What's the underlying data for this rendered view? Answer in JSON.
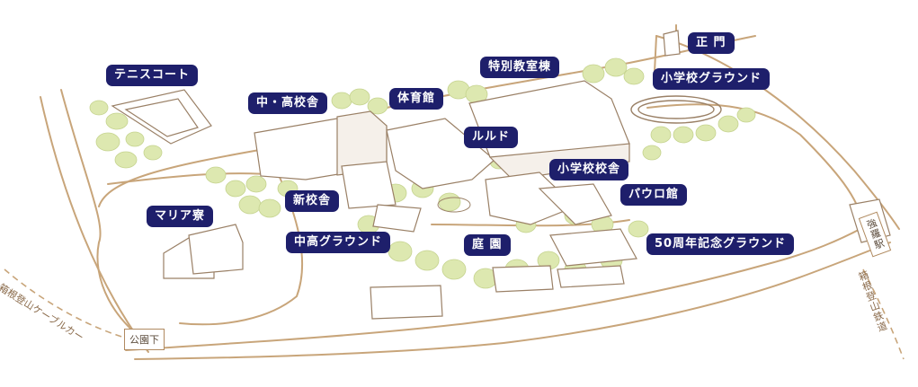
{
  "labels": {
    "tennis_court": "テニスコート",
    "chukou_kousha": "中・高校舎",
    "taiikukan": "体育館",
    "tokubetsu_kyoshitsu": "特別教室棟",
    "seimon": "正 門",
    "shougakkou_ground": "小学校グラウンド",
    "rurudo": "ルルド",
    "shougakkou_kousha": "小学校校舎",
    "shin_kousha": "新校舎",
    "pauro_kan": "パウロ館",
    "maria_ryo": "マリア寮",
    "chukou_ground": "中高グラウンド",
    "teien": "庭 園",
    "anniv_ground": "50周年記念グラウンド"
  },
  "map_text": {
    "cable_line": "箱根登山ケーブルカー",
    "koenshita_station": "公園下",
    "gora_station": "強羅駅",
    "tozan_railway": "箱根登山鉄道"
  },
  "colors": {
    "label_bg": "#1e1f6b",
    "label_text": "#ffffff",
    "road": "#c8a57a",
    "tree": "#dde8b0",
    "building": "#9a8066"
  }
}
